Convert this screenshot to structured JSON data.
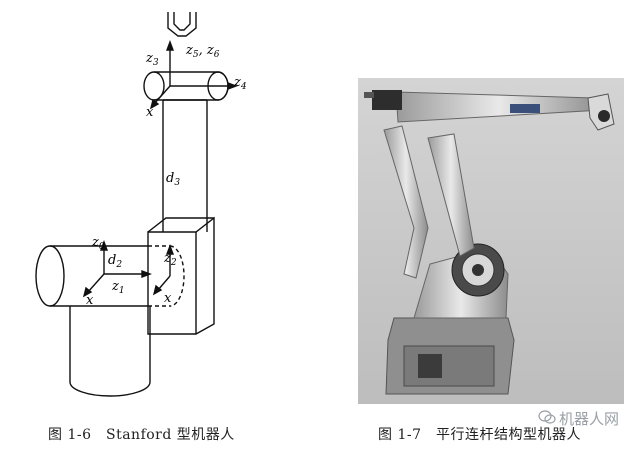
{
  "figures": {
    "left": {
      "caption": "图 1-6　Stanford 型机器人",
      "labels": {
        "z3": "z",
        "z3_sub": "3",
        "z5z6": "z",
        "z5_sub": "5",
        "z6": ", z",
        "z6_sub": "6",
        "z4": "z",
        "z4_sub": "4",
        "x_top": "x",
        "d3": "d",
        "d3_sub": "3",
        "z0": "z",
        "z0_sub": "0",
        "d2": "d",
        "d2_sub": "2",
        "z2": "z",
        "z2_sub": "2",
        "z1": "z",
        "z1_sub": "1",
        "x_left": "x",
        "x_right": "x"
      }
    },
    "right": {
      "caption": "图 1-7　平行连杆结构型机器人"
    }
  },
  "watermark": {
    "text": "机器人网",
    "icon": "wechat-icon"
  }
}
